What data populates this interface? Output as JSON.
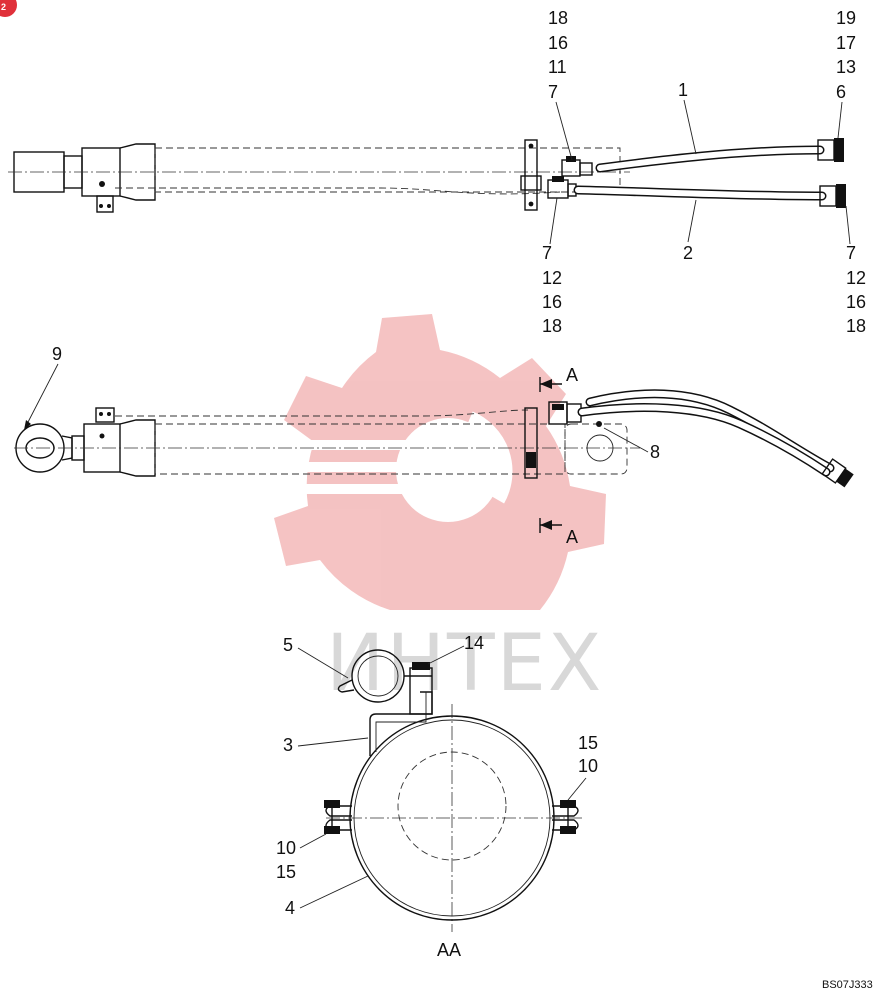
{
  "colors": {
    "watermark_fill": "#f3b8b8",
    "watermark_text": "#d8d8d8",
    "badge": "#e0303a",
    "ink": "#111111"
  },
  "corner_badge": "2",
  "watermark_text": "ИНТЕХ",
  "section_marker": "A",
  "section_view_label": "AA",
  "drawing_code": "BS07J333",
  "callouts_top_left_stack": [
    "18",
    "16",
    "11",
    "7"
  ],
  "callouts_top_right_stack": [
    "19",
    "17",
    "13",
    "6"
  ],
  "callouts_bottom_left_stack": [
    "7",
    "12",
    "16",
    "18"
  ],
  "callouts_bottom_right_stack": [
    "7",
    "12",
    "16",
    "18"
  ],
  "callout_hose_1": "1",
  "callout_hose_2": "2",
  "callout_eye": "9",
  "callout_fitting": "8",
  "callout_clamp_small": "5",
  "callout_bolt_top": "14",
  "callout_bracket": "3",
  "callout_band": "4",
  "callouts_right_bolt": [
    "15",
    "10"
  ],
  "callouts_left_bolt": [
    "10",
    "15"
  ]
}
